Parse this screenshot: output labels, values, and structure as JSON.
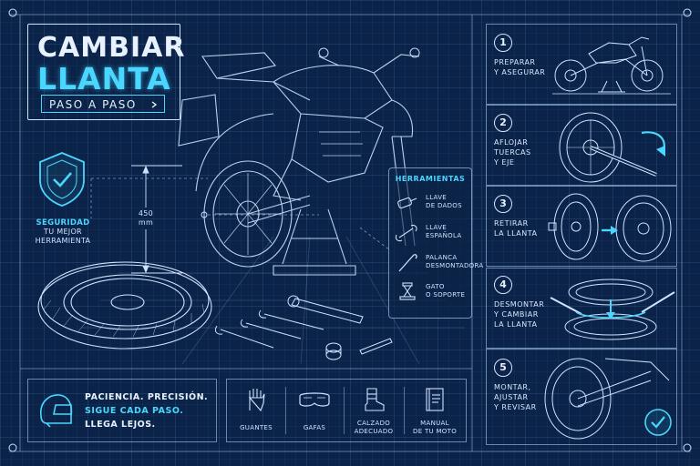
{
  "title": {
    "line1": "CAMBIAR",
    "line2": "LLANTA",
    "subtitle": "PASO A PASO",
    "subtitle_icon": "chevron-right-icon"
  },
  "safety": {
    "icon": "shield-check-icon",
    "line1": "SEGURIDAD",
    "line2": "TU MEJOR",
    "line3": "HERRAMIENTA"
  },
  "dimension": {
    "value": "450",
    "unit": "mm"
  },
  "tools": {
    "heading": "HERRAMIENTAS",
    "items": [
      {
        "icon": "socket-wrench-icon",
        "line1": "LLAVE",
        "line2": "DE DADOS"
      },
      {
        "icon": "open-wrench-icon",
        "line1": "LLAVE",
        "line2": "ESPAÑOLA"
      },
      {
        "icon": "tire-lever-icon",
        "line1": "PALANCA",
        "line2": "DESMONTADORA"
      },
      {
        "icon": "jack-icon",
        "line1": "GATO",
        "line2": "O SOPORTE"
      }
    ]
  },
  "steps": [
    {
      "number": "1",
      "lines": [
        "PREPARAR",
        "Y ASEGURAR"
      ]
    },
    {
      "number": "2",
      "lines": [
        "AFLOJAR",
        "TUERCAS",
        "Y EJE"
      ]
    },
    {
      "number": "3",
      "lines": [
        "RETIRAR",
        "LA LLANTA"
      ]
    },
    {
      "number": "4",
      "lines": [
        "DESMONTAR",
        "Y CAMBIAR",
        "LA LLANTA"
      ]
    },
    {
      "number": "5",
      "lines": [
        "MONTAR,",
        "AJUSTAR",
        "Y REVISAR"
      ]
    }
  ],
  "tip": {
    "icon": "helmet-icon",
    "line1": "PACIENCIA. PRECISIÓN.",
    "line2": "SIGUE CADA PASO.",
    "line3": "LLEGA LEJOS."
  },
  "gear": [
    {
      "icon": "gloves-icon",
      "lines": [
        "GUANTES"
      ]
    },
    {
      "icon": "goggles-icon",
      "lines": [
        "GAFAS"
      ]
    },
    {
      "icon": "boot-icon",
      "lines": [
        "CALZADO",
        "ADECUADO"
      ]
    },
    {
      "icon": "manual-icon",
      "lines": [
        "MANUAL",
        "DE TU MOTO"
      ]
    }
  ],
  "colors": {
    "background": "#0b2348",
    "accent": "#49d6ff",
    "line": "#cfe3ff"
  }
}
